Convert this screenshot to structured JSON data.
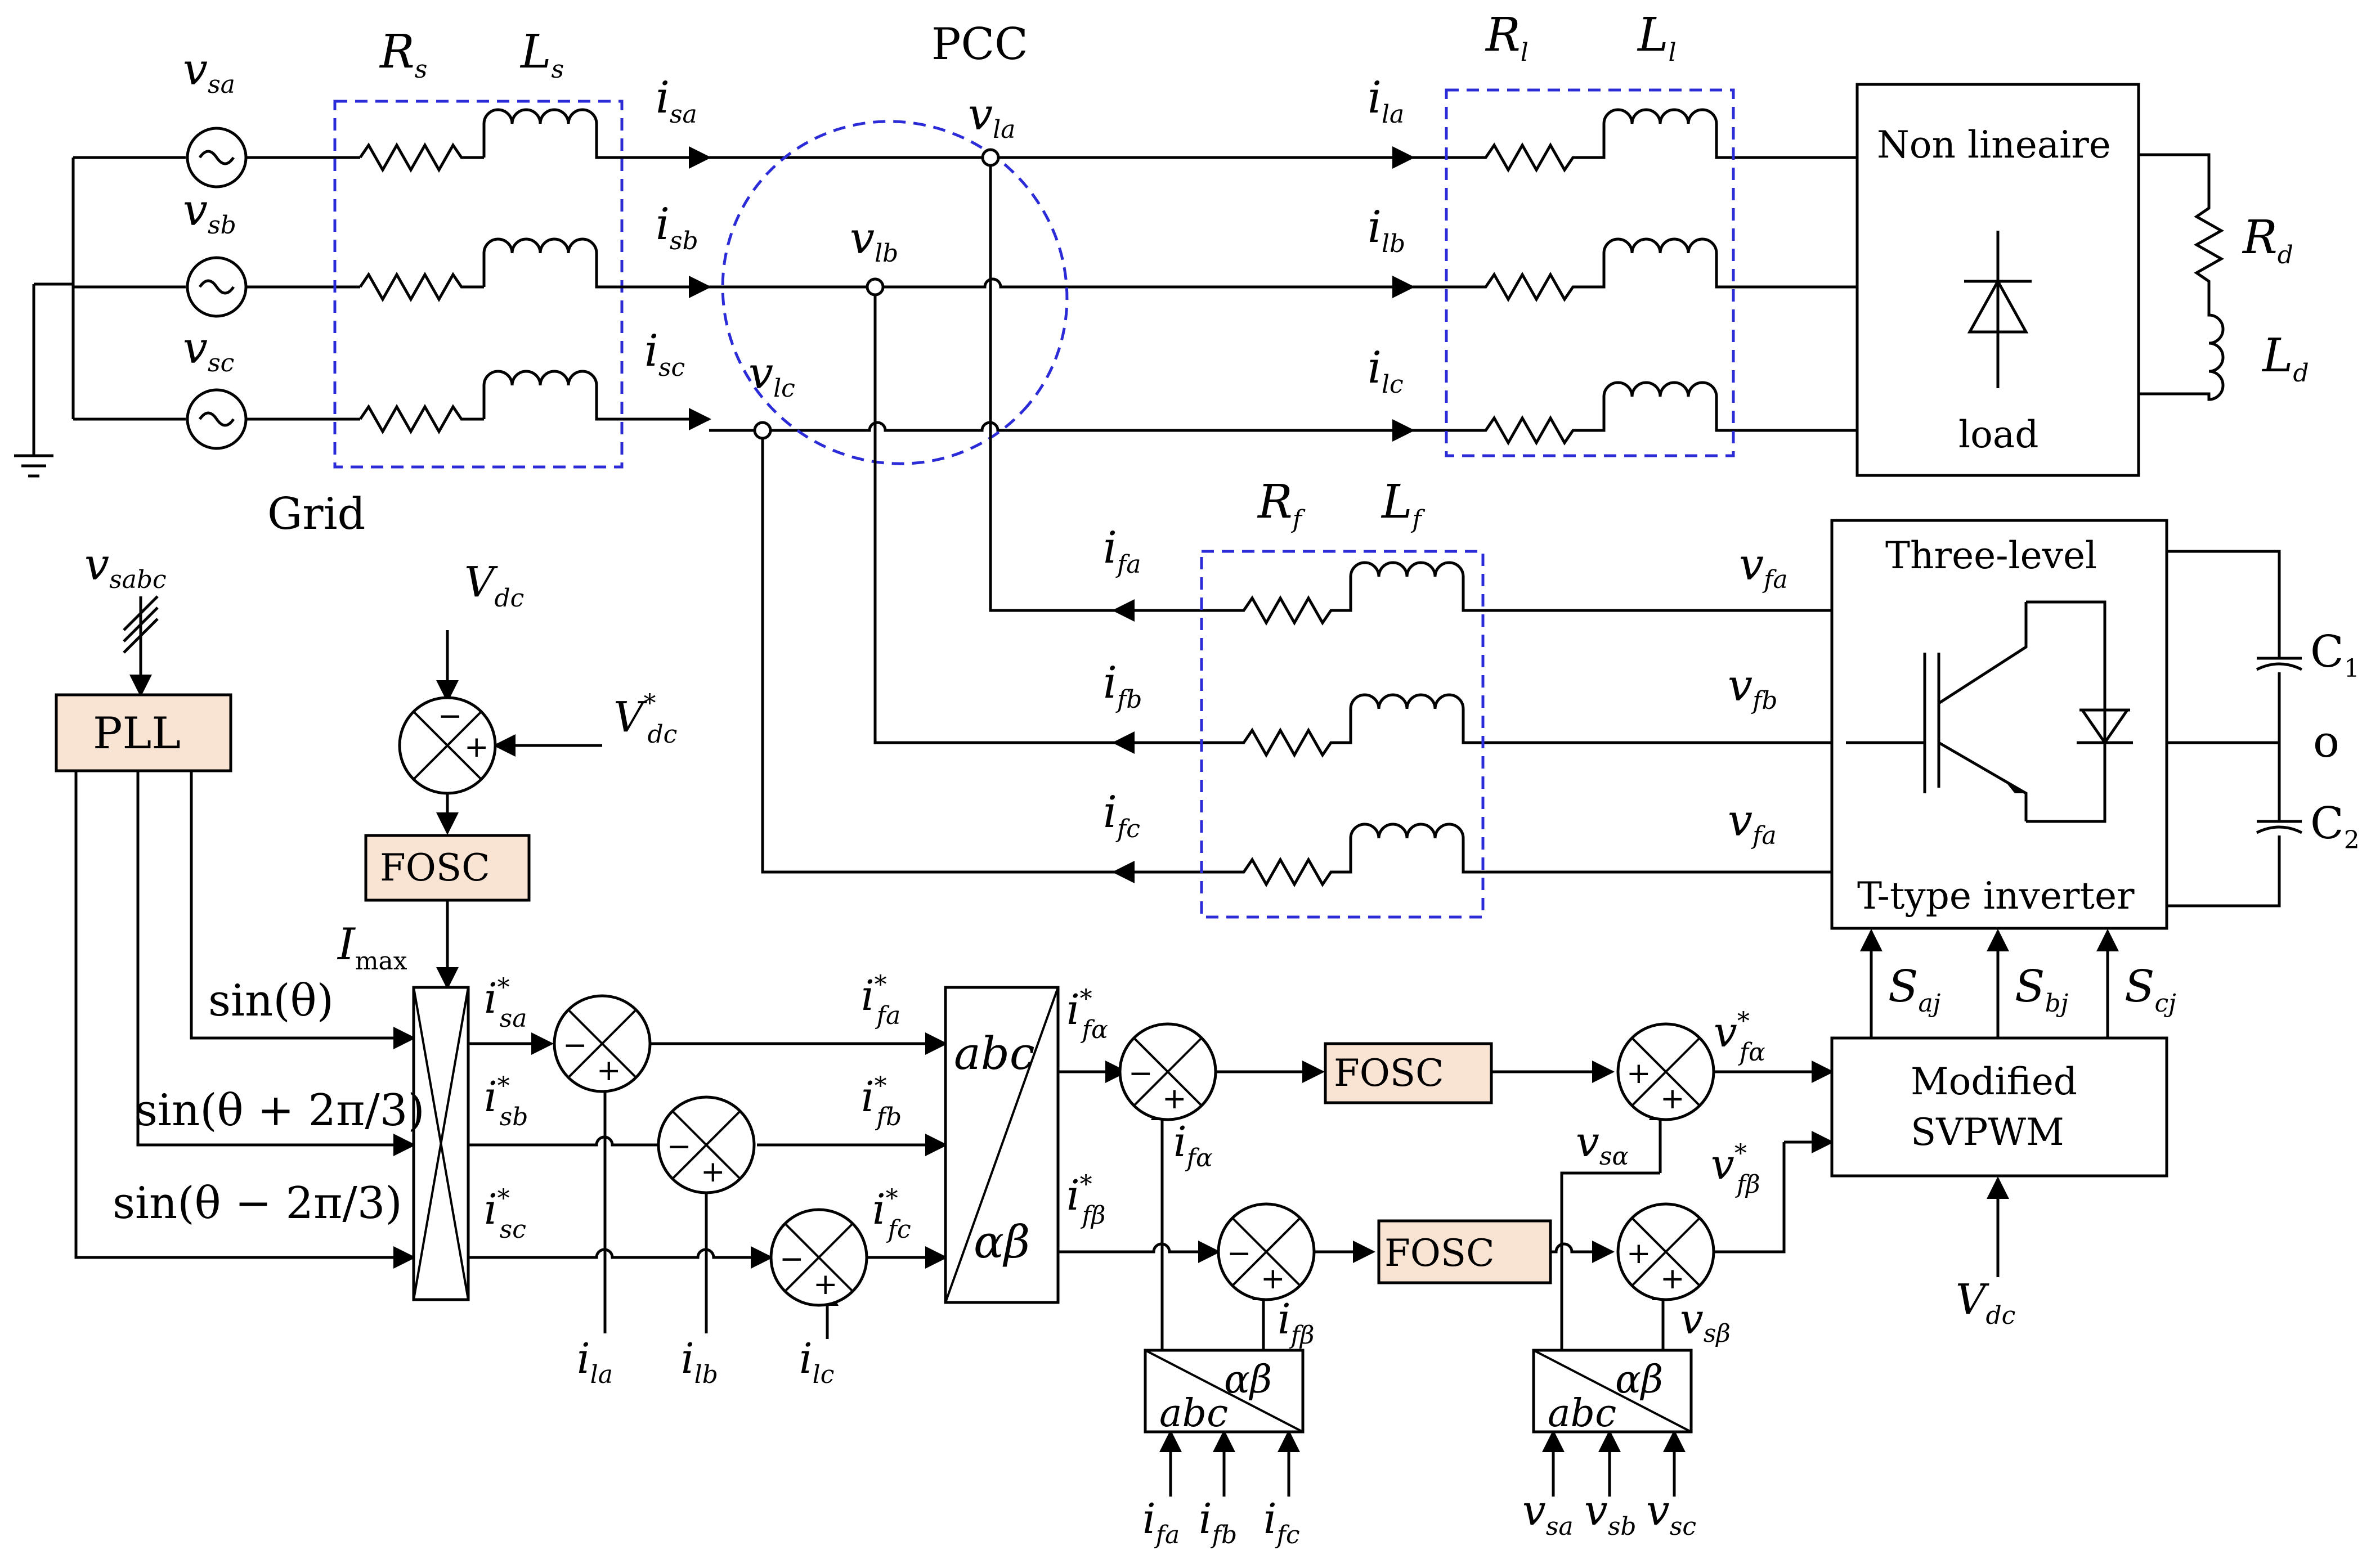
{
  "labels": {
    "pcc": "PCC",
    "grid": "Grid",
    "nonlinear_line1": "Non lineaire",
    "nonlinear_line2": "load",
    "inverter_line1": "Three-level",
    "inverter_line2": "T-type inverter",
    "c1": "C",
    "c1_sub": "1",
    "c2": "C",
    "c2_sub": "2",
    "midpoint": "o",
    "pll": "PLL",
    "fosc": "FOSC",
    "svpwm_line1": "Modified",
    "svpwm_line2": "SVPWM",
    "abc": "abc",
    "alphabeta": "αβ",
    "sin1": "sin(θ)",
    "sin2": "sin(θ + 2π/3)",
    "sin3": "sin(θ − 2π/3)",
    "imax": "I",
    "imax_sub": "max",
    "minus": "−",
    "plus": "+"
  },
  "symbols": {
    "vsa": {
      "main": "v",
      "sub": "sa"
    },
    "vsb": {
      "main": "v",
      "sub": "sb"
    },
    "vsc": {
      "main": "v",
      "sub": "sc"
    },
    "rs": {
      "main": "R",
      "sub": "s"
    },
    "ls": {
      "main": "L",
      "sub": "s"
    },
    "isa": {
      "main": "i",
      "sub": "sa"
    },
    "isb": {
      "main": "i",
      "sub": "sb"
    },
    "isc": {
      "main": "i",
      "sub": "sc"
    },
    "vla": {
      "main": "v",
      "sub": "la"
    },
    "vlb": {
      "main": "v",
      "sub": "lb"
    },
    "vlc": {
      "main": "v",
      "sub": "lc"
    },
    "ila": {
      "main": "i",
      "sub": "la"
    },
    "ilb": {
      "main": "i",
      "sub": "lb"
    },
    "ilc": {
      "main": "i",
      "sub": "lc"
    },
    "rl": {
      "main": "R",
      "sub": "l"
    },
    "ll": {
      "main": "L",
      "sub": "l"
    },
    "rd": {
      "main": "R",
      "sub": "d"
    },
    "ld": {
      "main": "L",
      "sub": "d"
    },
    "rf": {
      "main": "R",
      "sub": "f"
    },
    "lf": {
      "main": "L",
      "sub": "f"
    },
    "ifa": {
      "main": "i",
      "sub": "fa"
    },
    "ifb": {
      "main": "i",
      "sub": "fb"
    },
    "ifc": {
      "main": "i",
      "sub": "fc"
    },
    "vfa_top": {
      "main": "v",
      "sub": "fa"
    },
    "vfb": {
      "main": "v",
      "sub": "fb"
    },
    "vfa_bot": {
      "main": "v",
      "sub": "fa"
    },
    "vsabc": {
      "main": "v",
      "sub": "sabc"
    },
    "vdc": {
      "main": "V",
      "sub": "dc"
    },
    "vdc_ref": {
      "main": "V",
      "sub": "dc",
      "sup": "*"
    },
    "isa_ref": {
      "main": "i",
      "sub": "sa",
      "sup": "*"
    },
    "isb_ref": {
      "main": "i",
      "sub": "sb",
      "sup": "*"
    },
    "isc_ref": {
      "main": "i",
      "sub": "sc",
      "sup": "*"
    },
    "ifa_ref": {
      "main": "i",
      "sub": "fa",
      "sup": "*"
    },
    "ifb_ref": {
      "main": "i",
      "sub": "fb",
      "sup": "*"
    },
    "ifc_ref": {
      "main": "i",
      "sub": "fc",
      "sup": "*"
    },
    "ifalpha_ref": {
      "main": "i",
      "sub": "fα",
      "sup": "*"
    },
    "ifbeta_ref": {
      "main": "i",
      "sub": "fβ",
      "sup": "*"
    },
    "ifalpha": {
      "main": "i",
      "sub": "fα"
    },
    "ifbeta": {
      "main": "i",
      "sub": "fβ"
    },
    "vsalpha": {
      "main": "v",
      "sub": "sα"
    },
    "vsbeta": {
      "main": "v",
      "sub": "sβ"
    },
    "vfalpha_ref": {
      "main": "v",
      "sub": "fα",
      "sup": "*"
    },
    "vfbeta_ref": {
      "main": "v",
      "sub": "fβ",
      "sup": "*"
    },
    "saj": {
      "main": "S",
      "sub": "aj"
    },
    "sbj": {
      "main": "S",
      "sub": "bj"
    },
    "scj": {
      "main": "S",
      "sub": "cj"
    },
    "vdc_svpwm": {
      "main": "V",
      "sub": "dc"
    },
    "ila_in": {
      "main": "i",
      "sub": "la"
    },
    "ilb_in": {
      "main": "i",
      "sub": "lb"
    },
    "ilc_in": {
      "main": "i",
      "sub": "lc"
    },
    "ifa_in": {
      "main": "i",
      "sub": "fa"
    },
    "ifb_in": {
      "main": "i",
      "sub": "fb"
    },
    "ifc_in": {
      "main": "i",
      "sub": "fc"
    },
    "vsa_in": {
      "main": "v",
      "sub": "sa"
    },
    "vsb_in": {
      "main": "v",
      "sub": "sb"
    },
    "vsc_in": {
      "main": "v",
      "sub": "sc"
    }
  }
}
